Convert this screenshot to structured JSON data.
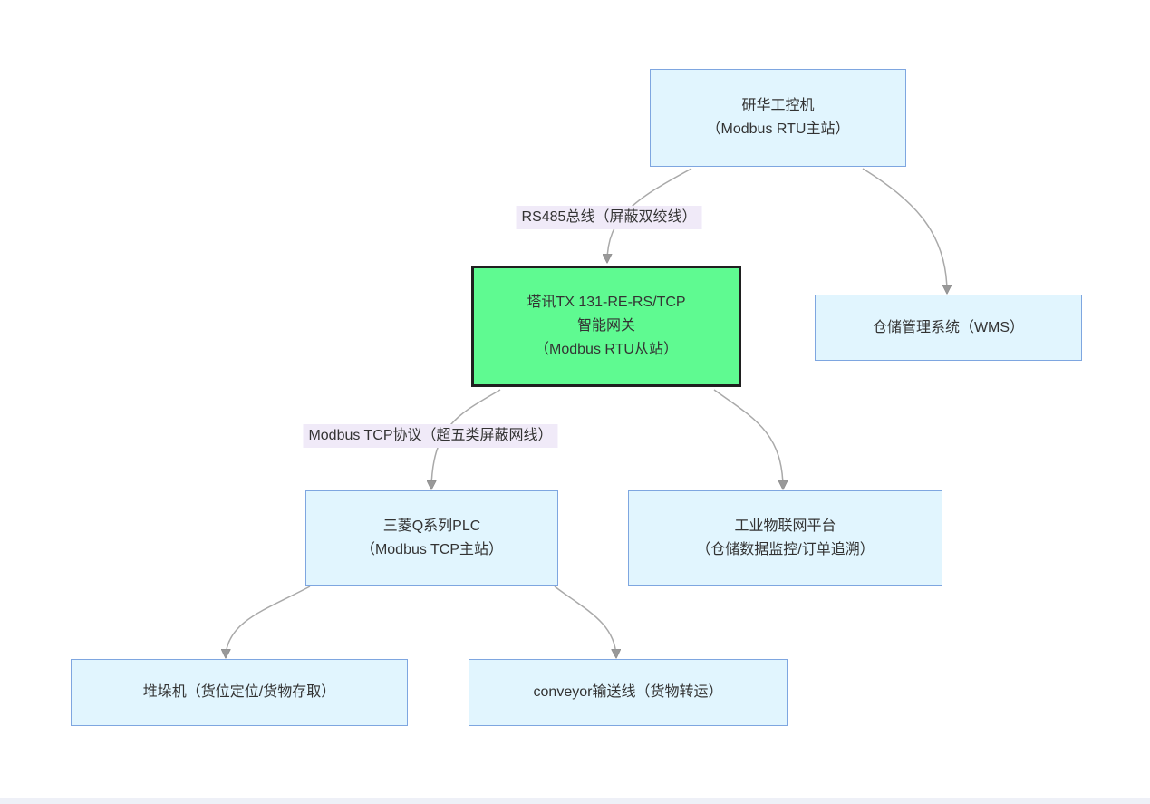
{
  "diagram": {
    "type": "flowchart",
    "nodes": [
      {
        "id": "ipc",
        "lines": [
          "研华工控机",
          "（Modbus RTU主站）"
        ]
      },
      {
        "id": "gateway",
        "lines": [
          "塔讯TX 131-RE-RS/TCP",
          "智能网关",
          "（Modbus RTU从站）"
        ]
      },
      {
        "id": "wms",
        "lines": [
          "仓储管理系统（WMS）"
        ]
      },
      {
        "id": "plc",
        "lines": [
          "三菱Q系列PLC",
          "（Modbus TCP主站）"
        ]
      },
      {
        "id": "iot",
        "lines": [
          "工业物联网平台",
          "（仓储数据监控/订单追溯）"
        ]
      },
      {
        "id": "stacker",
        "lines": [
          "堆垛机（货位定位/货物存取）"
        ]
      },
      {
        "id": "conveyor",
        "lines": [
          "conveyor输送线（货物转运）"
        ]
      }
    ],
    "edges": [
      {
        "from": "ipc",
        "to": "gateway",
        "label": "RS485总线（屏蔽双绞线）"
      },
      {
        "from": "ipc",
        "to": "wms",
        "label": ""
      },
      {
        "from": "gateway",
        "to": "plc",
        "label": "Modbus TCP协议（超五类屏蔽网线）"
      },
      {
        "from": "gateway",
        "to": "iot",
        "label": ""
      },
      {
        "from": "plc",
        "to": "stacker",
        "label": ""
      },
      {
        "from": "plc",
        "to": "conveyor",
        "label": ""
      }
    ],
    "colors": {
      "node_fill": "#E1F5FE",
      "node_border": "#7EA6E0",
      "gateway_fill": "#5FFA91",
      "gateway_border": "#1F1F1F",
      "edge_line": "#A9A9A9",
      "arrowhead": "#999999",
      "edge_label_bg": "#F0EAF8",
      "text": "#333333",
      "bottom_strip": "#EEF0F7"
    }
  }
}
